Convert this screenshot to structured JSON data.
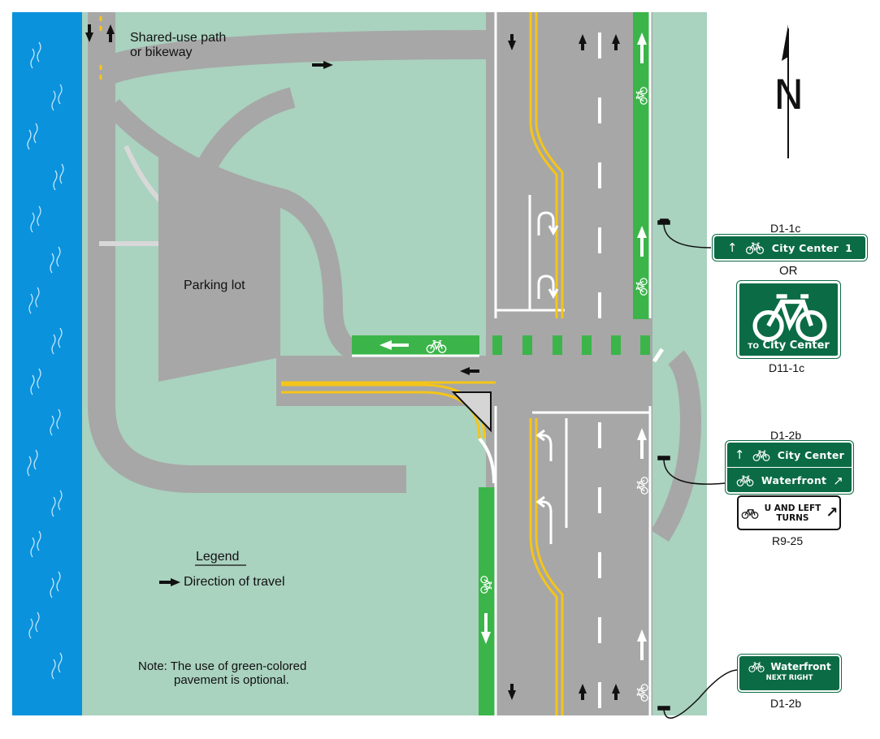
{
  "labels": {
    "path_line1": "Shared-use path",
    "path_line2": "or bikeway",
    "parking": "Parking lot",
    "legend_title": "Legend",
    "legend_item": "Direction of travel",
    "note_line1": "Note: The use of green-colored",
    "note_line2": "pavement is optional."
  },
  "signs": {
    "d1_1c": {
      "code": "D1-1c",
      "text": "City Center",
      "number": "1",
      "arrow": "↑",
      "bike": "🚲"
    },
    "or_text": "OR",
    "d11_1c": {
      "code": "D11-1c",
      "to": "TO",
      "text": "City Center"
    },
    "d1_2b_top": {
      "code": "D1-2b",
      "line1": "City Center",
      "line2": "Waterfront",
      "arrow_up": "↑",
      "arrow_diag": "↗",
      "bike": "🚲"
    },
    "r9_25": {
      "code": "R9-25",
      "line1": "U AND LEFT",
      "line2": "TURNS",
      "arrow": "↗",
      "bike": "🚲"
    },
    "d1_2b_bottom": {
      "code": "D1-2b",
      "line1": "Waterfront",
      "line2": "NEXT RIGHT",
      "bike": "🚲"
    }
  },
  "compass": {
    "letter": "N"
  },
  "colors": {
    "water": "#0b92dc",
    "land": "#a9d2bf",
    "road": "#a7a7a7",
    "bike_lane": "#3bb54a",
    "centerline": "#f5c518",
    "sign_green": "#0b6b45"
  },
  "icons": {
    "bike": "bicycle-icon",
    "arrow": "arrow-icon",
    "turn_arrow": "turn-arrow-icon"
  }
}
